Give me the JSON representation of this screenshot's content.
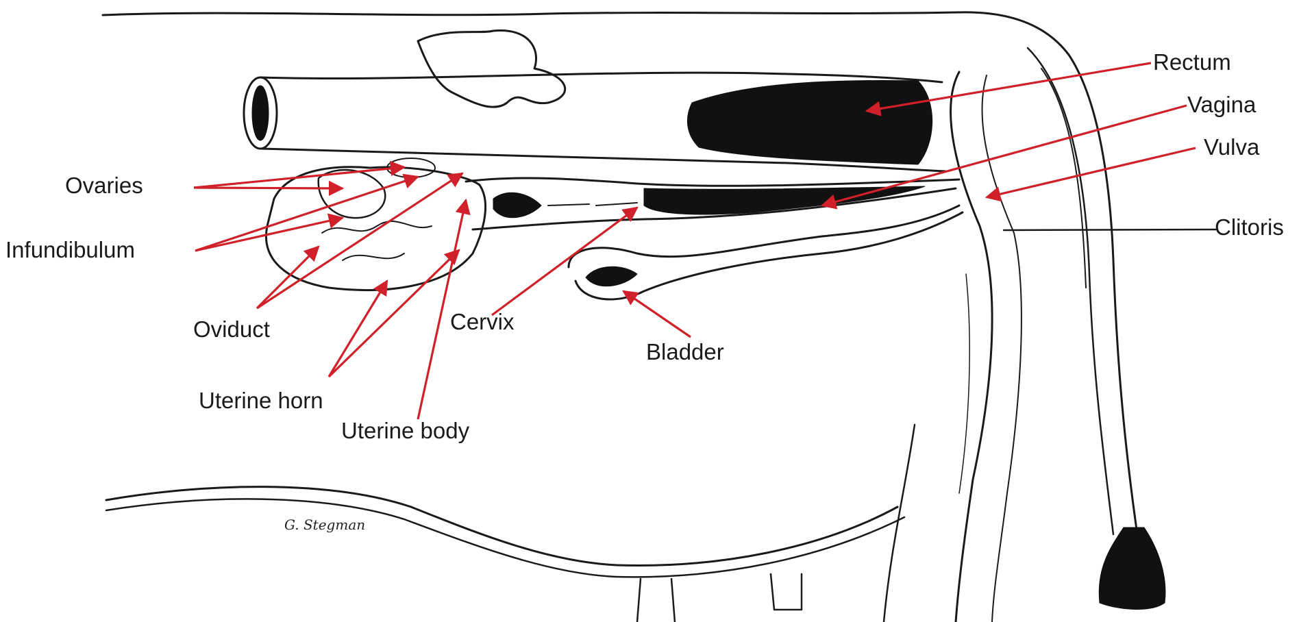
{
  "diagram": {
    "subject": "",
    "signature": "G. Stegman",
    "colors": {
      "arrow": "#d0202a",
      "ink": "#1a1a1a",
      "background": "#ffffff"
    },
    "labels": {
      "rectum": "Rectum",
      "vagina": "Vagina",
      "vulva": "Vulva",
      "clitoris": "Clitoris",
      "ovaries": "Ovaries",
      "infundibulum": "Infundibulum",
      "oviduct": "Oviduct",
      "cervix": "Cervix",
      "bladder": "Bladder",
      "uterine_horn": "Uterine horn",
      "uterine_body": "Uterine body"
    }
  }
}
